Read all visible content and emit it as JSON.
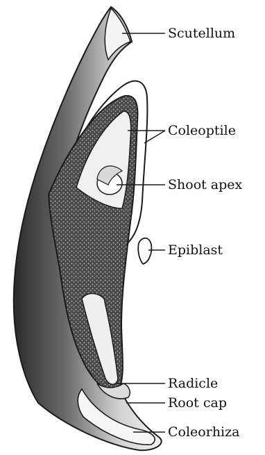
{
  "labels": {
    "scutellum": "Scutellum",
    "coleoptile": "Coleoptile",
    "shoot_apex": "Shoot apex",
    "epiblast": "Epiblast",
    "radicle": "Radicle",
    "root_cap": "Root cap",
    "coleorhiza": "Coleorhiza"
  },
  "colors": {
    "outline": "#1a1a1a",
    "tissue_dark": "#3a3a3a",
    "tissue_mid": "#7d7d7d",
    "tissue_light": "#e4e4e4",
    "paper": "#ffffff"
  }
}
